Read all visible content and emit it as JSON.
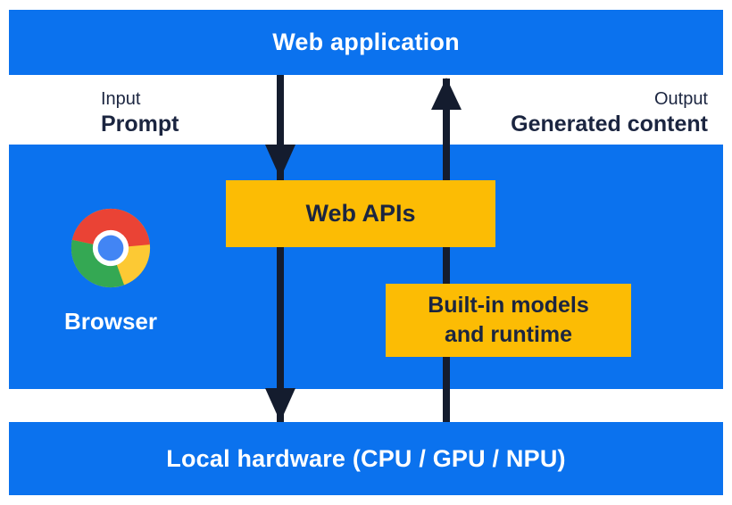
{
  "colors": {
    "blue": "#0b72ee",
    "yellow": "#fcbc04",
    "ink": "#1b2540",
    "arrow": "#141c2e",
    "white": "#ffffff",
    "logo_red": "#ea4335",
    "logo_green": "#34a853",
    "logo_yellow": "#fcc934",
    "logo_blue": "#4285f4"
  },
  "top_bar": {
    "label": "Web application"
  },
  "flow_labels": {
    "input_caption": "Input",
    "input_label": "Prompt",
    "output_caption": "Output",
    "output_label": "Generated content"
  },
  "browser_section": {
    "browser_label": "Browser",
    "logo_icon": "chrome-logo"
  },
  "boxes": {
    "web_apis": "Web APIs",
    "builtin_line1": "Built-in models",
    "builtin_line2": "and runtime"
  },
  "bottom_bar": {
    "label": "Local hardware (CPU / GPU / NPU)"
  }
}
